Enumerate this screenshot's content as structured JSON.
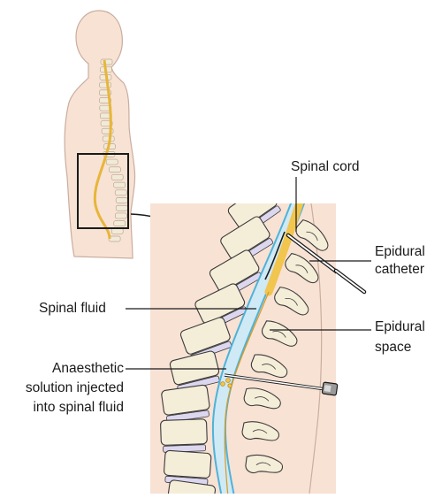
{
  "labels": {
    "spinal_cord": "Spinal cord",
    "epidural_catheter_line1": "Epidural",
    "epidural_catheter_line2": "catheter",
    "spinal_fluid": "Spinal fluid",
    "epidural_space_line1": "Epidural",
    "epidural_space_line2": "space",
    "anaesthetic_line1": "Anaesthetic",
    "anaesthetic_line2": "solution injected",
    "anaesthetic_line3": "into spinal fluid"
  },
  "colors": {
    "skin": "#f8e2d4",
    "skin_outline": "#c9ada0",
    "bone": "#f4edd8",
    "bone_outline": "#3a3a3a",
    "disc": "#dcd6ef",
    "fluid": "#cfe9f5",
    "fluid_outline": "#4fb2d8",
    "cord": "#f1c54e",
    "cord_dark": "#d99a1f",
    "text": "#1a1a1a"
  }
}
